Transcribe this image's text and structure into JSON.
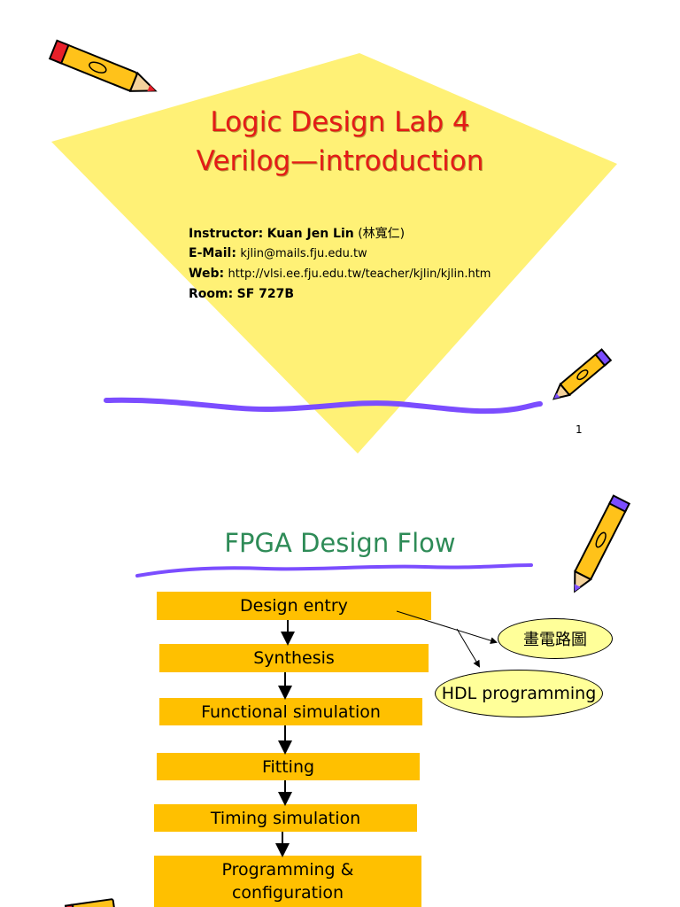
{
  "slide1": {
    "title_line1": "Logic Design Lab 4",
    "title_line2": "Verilog—introduction",
    "instructor_label": "Instructor:",
    "instructor_value": "Kuan Jen Lin",
    "instructor_cn": "(林寬仁)",
    "email_label": "E-Mail:",
    "email_value": "kjlin@mails.fju.edu.tw",
    "web_label": "Web:",
    "web_value": "http://vlsi.ee.fju.edu.tw/teacher/kjlin/kjlin.htm",
    "room_label": "Room:",
    "room_value": "SF 727B",
    "page_number": "1"
  },
  "slide2": {
    "title": "FPGA Design Flow",
    "steps": [
      "Design entry",
      "Synthesis",
      "Functional simulation",
      "Fitting",
      "Timing simulation"
    ],
    "last_step_line1": "Programming &",
    "last_step_line2": "configuration",
    "options": [
      "畫電路圖",
      "HDL programming"
    ]
  },
  "colors": {
    "diamond": "#fff176",
    "title_red": "#e41b17",
    "flow_title_green": "#2e8b57",
    "step_fill": "#ffc000",
    "oval_fill": "#ffff99",
    "squiggle": "#7b4dff"
  },
  "icons": [
    "pencil-icon"
  ]
}
